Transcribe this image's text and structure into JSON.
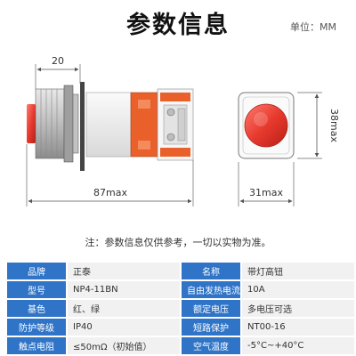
{
  "header": {
    "title": "参数信息",
    "unit": "单位：MM"
  },
  "dimensions": {
    "head_depth": "20",
    "total_length": "87max",
    "front_width": "31max",
    "front_height": "38max"
  },
  "colors": {
    "button_red": "#e83a2e",
    "contact_orange": "#e9602a",
    "header_blue": "#2f74c7",
    "line": "#555555"
  },
  "note": "注：参数信息仅供参考，一切以实物为准。",
  "specs": [
    {
      "k1": "品牌",
      "v1": "正泰",
      "k2": "名称",
      "v2": "带灯高钮"
    },
    {
      "k1": "型号",
      "v1": "NP4-11BN",
      "k2": "自由发热电流",
      "v2": "10A"
    },
    {
      "k1": "基色",
      "v1": "红、绿",
      "k2": "额定电压",
      "v2": "多电压可选"
    },
    {
      "k1": "防护等级",
      "v1": "IP40",
      "k2": "短路保护",
      "v2": "NT00-16"
    },
    {
      "k1": "触点电阻",
      "v1": "≤50mΩ（初始值）",
      "k2": "空气温度",
      "v2": "-5°C~+40°C"
    }
  ]
}
